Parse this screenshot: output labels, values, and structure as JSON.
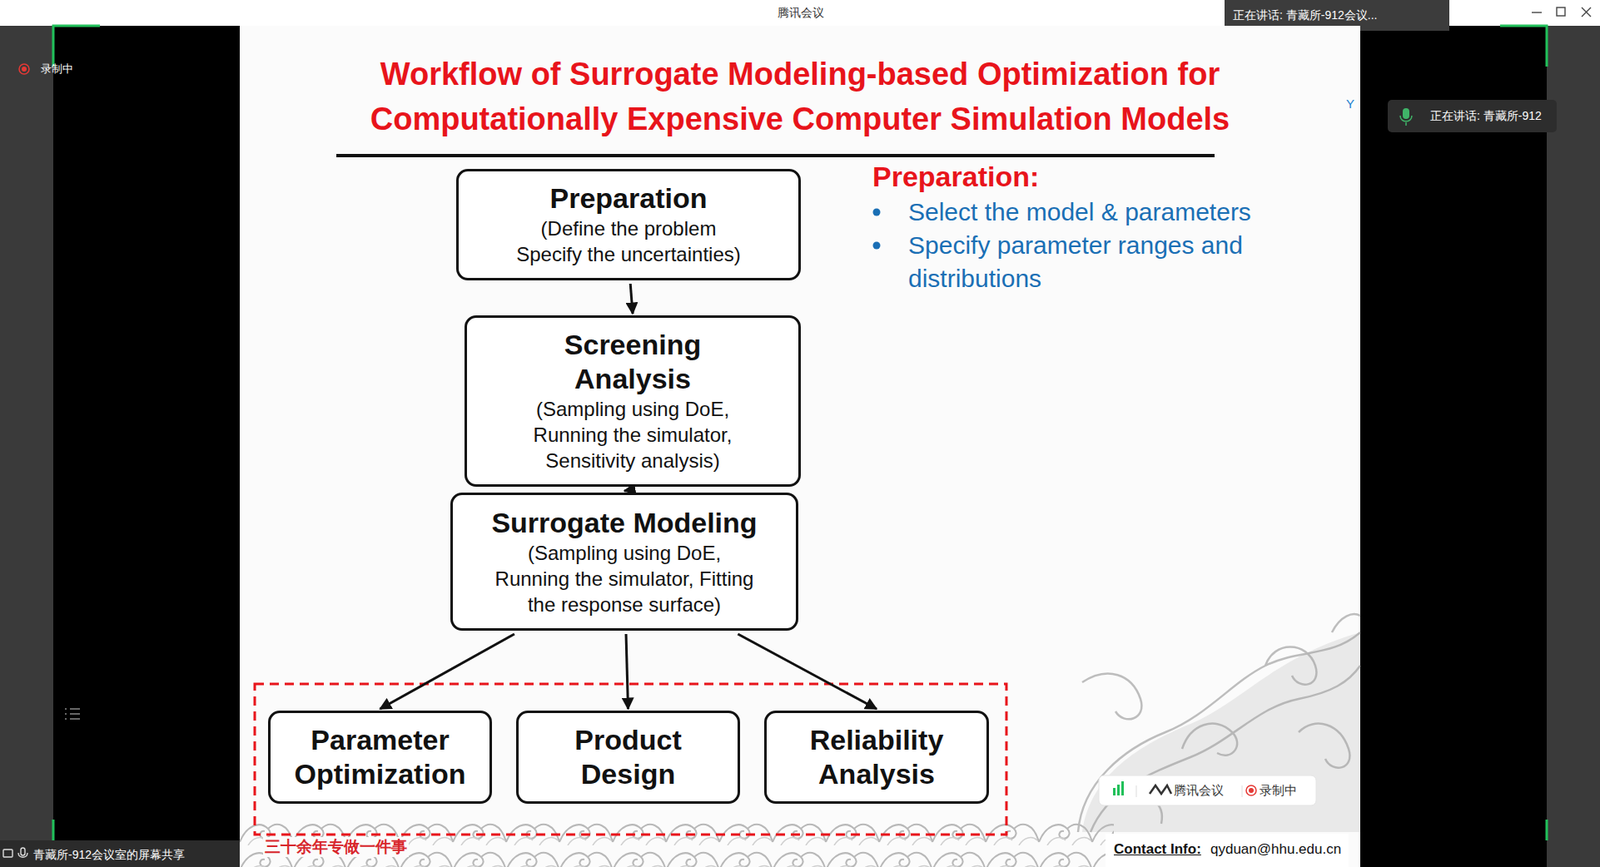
{
  "diagram": {
    "title": "Workflow of Surrogate Modeling-based Optimization for Computationally Expensive Computer Simulation Models",
    "nodes": [
      {
        "text": [
          "Preparation",
          "(Define the problem Specify the uncertainties)"
        ]
      },
      {
        "text": [
          "Screening Analysis",
          "(Sampling using DoE, Running the simulator, Sensitivity analysis)"
        ]
      },
      {
        "text": [
          "Surrogate Modeling",
          "(Sampling using DoE, Running the simulator, Fitting the response surface)"
        ]
      },
      {
        "text": [
          "Parameter Optimization"
        ]
      },
      {
        "text": [
          "Product Design"
        ]
      },
      {
        "text": [
          "Reliability Analysis"
        ]
      }
    ],
    "edges": [
      {
        "from": 0,
        "to": 1,
        "arrow": "to"
      },
      {
        "from": 1,
        "to": 2,
        "arrow": "to"
      },
      {
        "from": 2,
        "to": 3,
        "arrow": "to"
      },
      {
        "from": 2,
        "to": 4,
        "arrow": "to"
      },
      {
        "from": 2,
        "to": 5,
        "arrow": "to"
      }
    ],
    "labels": [
      "腾讯会议",
      "正在讲话: 青藏所-912会议...",
      "录制中",
      "正在讲话: 青藏所-912",
      "Y",
      "Preparation:",
      "Select the model & parameters",
      "Specify parameter ranges and distributions",
      "腾讯会议",
      "录制中",
      "三十余年专做一件事",
      "Contact Info:",
      "qyduan@hhu.edu.cn",
      "青藏所-912会议室的屏幕共享"
    ]
  }
}
